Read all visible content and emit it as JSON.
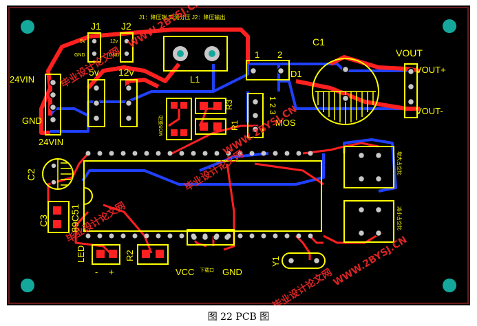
{
  "caption": "图 22 PCB 图",
  "colors": {
    "board": "#000000",
    "frame": "#6a1a1a",
    "silk": "#ffff00",
    "top_trace": "#ff2020",
    "bottom_trace": "#2040ff",
    "pad": "#c8c8c8",
    "mount_hole": "#14a89c"
  },
  "labels": {
    "j1": "J1",
    "j2": "J2",
    "j1_gnd": "GND",
    "j2_gnd": "GND",
    "j1_pin": "5V",
    "j2_pin": "12v",
    "v5": "5v",
    "v12": "12v",
    "vin": "24VIN",
    "gnd_left": "GND",
    "vin_bottom": "24VIN",
    "l1": "L1",
    "one": "1",
    "two": "2",
    "d1": "D1",
    "c1": "C1",
    "vout": "VOUT",
    "vout_plus": "VOUT+",
    "vout_minus": "VOUT-",
    "r3": "R3",
    "r1": "R1",
    "mos_pins": "1 2 3",
    "mos": "MOS",
    "mos_driver": "MOS驱动",
    "c2": "C2",
    "c3": "C3",
    "mcu": "89C51",
    "led": "LED",
    "led_minus": "-",
    "led_plus": "+",
    "r2": "R2",
    "vcc": "VCC",
    "rx": "下载口",
    "gnd_bottom": "GND",
    "y1": "Y1",
    "sw_top": "增大占空比",
    "sw_bottom": "减小占空比",
    "title_note": "J1：降压端 实测分压 J2：降压输出"
  },
  "watermarks": [
    "毕业设计论文网",
    "WWW.2BYSJ.CN",
    "毕业设计论文网",
    "WWW.2BYSJ.CN",
    "毕业设计论文网",
    "WWW.2BYSJ.CN",
    "毕业设计论文网"
  ]
}
